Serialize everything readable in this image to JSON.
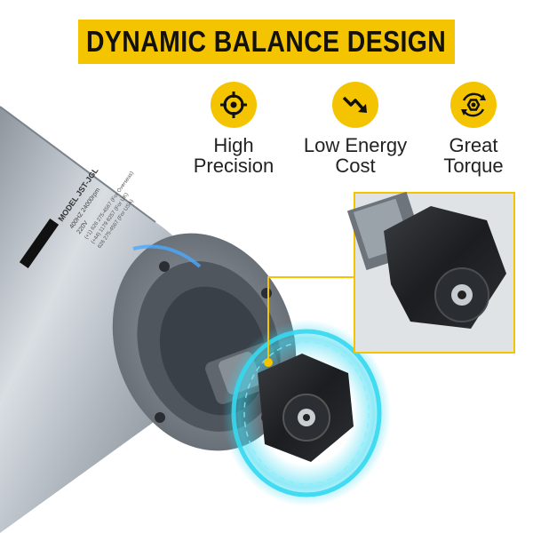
{
  "banner": {
    "title": "DYNAMIC BALANCE DESIGN"
  },
  "features": [
    {
      "icon": "crosshair-icon",
      "line1": "High",
      "line2": "Precision"
    },
    {
      "icon": "energy-down-arrow-icon",
      "line1": "Low Energy",
      "line2": "Cost"
    },
    {
      "icon": "rotating-nut-icon",
      "line1": "Great",
      "line2": "Torque"
    }
  ],
  "spindle_label": {
    "model": "MODEL JST-JGL",
    "line1": "400HZ 24000rpm",
    "line2": "220V",
    "line3": "(+1) 626 275-4567 (For Overseas)",
    "line4": "(+44) 1179 8257 (For UK)",
    "line5": "626 275-4567 (For USA)"
  },
  "colors": {
    "accent": "#f5c400",
    "glow": "#35d8f0",
    "metal": "#aab2bb"
  }
}
